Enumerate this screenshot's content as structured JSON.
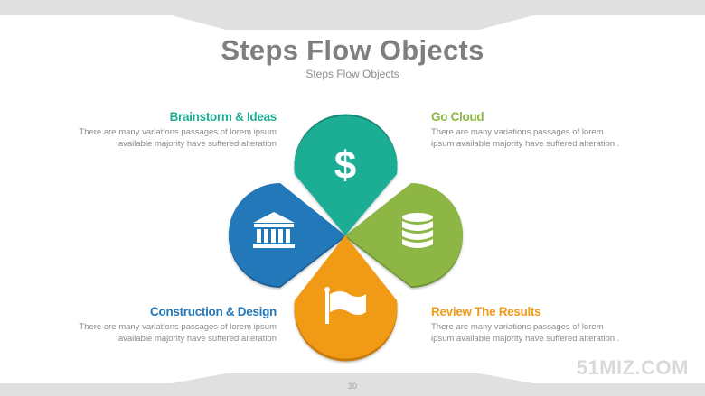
{
  "slide": {
    "title": "Steps Flow Objects",
    "subtitle": "Steps Flow Objects",
    "page_number": "30",
    "brand": "51MIZ.COM"
  },
  "steps": [
    {
      "title": "Brainstorm & Ideas",
      "body": "There are many  variations passages  of lorem ipsum available  majority have suffered alteration",
      "color": "#1fae95",
      "icon": "dollar-icon"
    },
    {
      "title": "Go Cloud",
      "body": "There are many  variations passages  of lorem ipsum available  majority have suffered alteration .",
      "color": "#8db645",
      "icon": "database-icon"
    },
    {
      "title": "Construction & Design",
      "body": "There are many  variations passages  of lorem ipsum available  majority have suffered alteration",
      "color": "#2478b8",
      "icon": "bank-icon"
    },
    {
      "title": "Review The Results",
      "body": "There are many  variations passages  of lorem ipsum available  majority have suffered alteration .",
      "color": "#f09a17",
      "icon": "flag-icon"
    }
  ],
  "theme": {
    "band_color": "#e0e0e0",
    "title_color": "#7f7f7f",
    "text_color": "#8a8a8a"
  }
}
